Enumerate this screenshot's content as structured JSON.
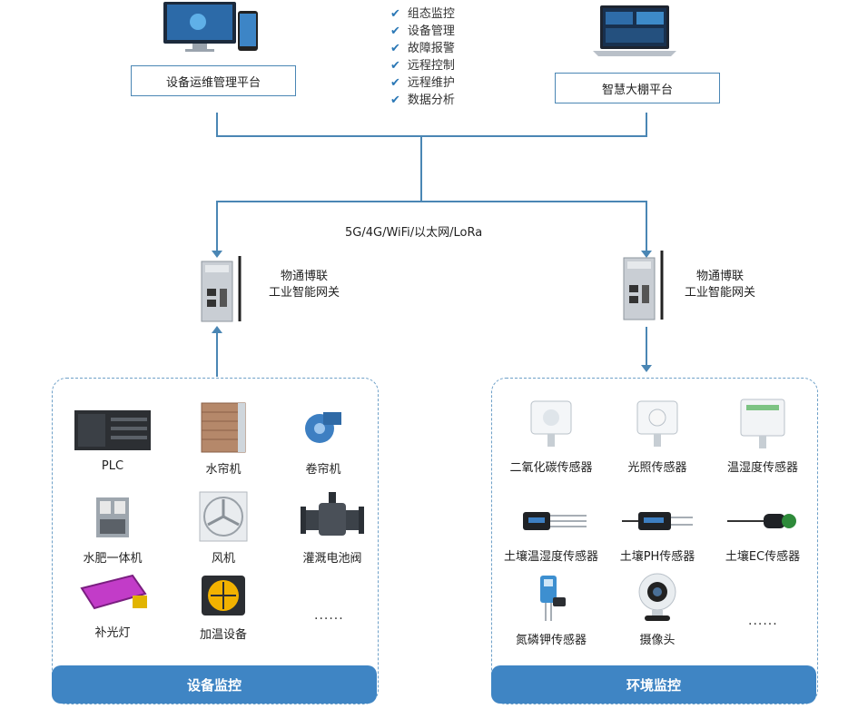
{
  "platforms": {
    "left_label": "设备运维管理平台",
    "right_label": "智慧大棚平台"
  },
  "features": [
    "组态监控",
    "设备管理",
    "故障报警",
    "远程控制",
    "远程维护",
    "数据分析"
  ],
  "network_label": "5G/4G/WiFi/以太网/LoRa",
  "gateway": {
    "line1": "物通博联",
    "line2": "工业智能网关"
  },
  "device_panel": {
    "title": "设备监控",
    "items": [
      "PLC",
      "水帘机",
      "卷帘机",
      "水肥一体机",
      "风机",
      "灌溉电池阀",
      "补光灯",
      "加温设备"
    ],
    "more": "......"
  },
  "env_panel": {
    "title": "环境监控",
    "items": [
      "二氧化碳传感器",
      "光照传感器",
      "温湿度传感器",
      "土壤温湿度传感器",
      "土壤PH传感器",
      "土壤EC传感器",
      "氮磷钾传感器",
      "摄像头"
    ],
    "more": "......"
  },
  "colors": {
    "accent": "#3f85c4",
    "line": "#4a86b4"
  }
}
